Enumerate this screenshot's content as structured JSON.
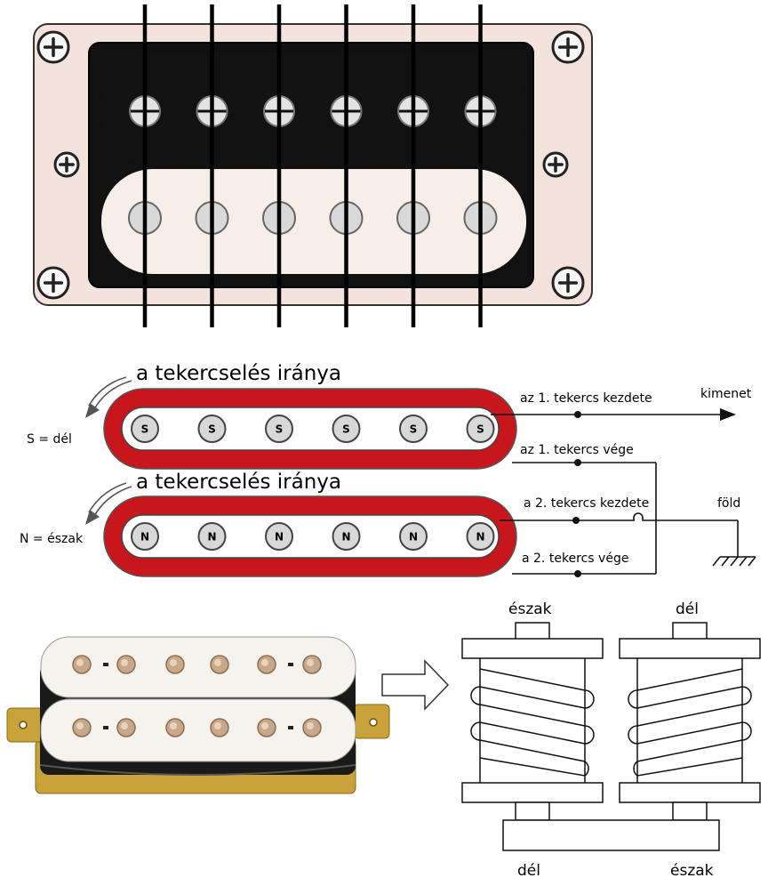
{
  "section_top": {
    "pole_count": 6
  },
  "section_middle": {
    "winding_direction_top": "a tekercselés iránya",
    "winding_direction_bottom": "a tekercselés iránya",
    "south_label": "S = dél",
    "north_label": "N = észak",
    "south_pole_letter": "S",
    "north_pole_letter": "N",
    "coil1_start": "az 1. tekercs kezdete",
    "coil1_end": "az 1. tekercs vége",
    "coil2_start": "a 2. tekercs kezdete",
    "coil2_end": "a 2. tekercs vége",
    "output": "kimenet",
    "ground": "föld"
  },
  "section_bottom": {
    "top_left_pole": "észak",
    "top_right_pole": "dél",
    "bottom_left_pole": "dél",
    "bottom_right_pole": "észak"
  },
  "colors": {
    "coil_red": "#c8161d",
    "cover_black": "#111111",
    "cover_cream": "#f7eee8",
    "frame": "#f3e3dc",
    "pole_gray": "#d6d6d6",
    "gold": "#c9a23a"
  }
}
